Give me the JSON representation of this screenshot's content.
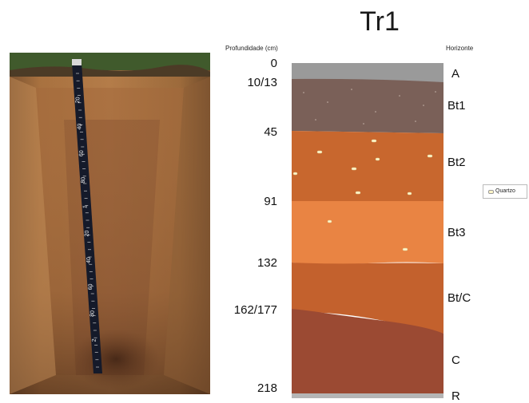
{
  "title": "Tr1",
  "axis": {
    "depth_label": "Profundidade (cm)",
    "horizon_label": "Horizonte"
  },
  "depth_ticks": [
    "0",
    "10/13",
    "45",
    "91",
    "132",
    "162/177",
    "218"
  ],
  "horizons": [
    {
      "name": "A",
      "color": "#9a9a9a"
    },
    {
      "name": "Bt1",
      "color": "#7a6058"
    },
    {
      "name": "Bt2",
      "color": "#c8672e"
    },
    {
      "name": "Bt3",
      "color": "#e98443"
    },
    {
      "name": "Bt/C",
      "color": "#c3612d"
    },
    {
      "name": "C",
      "color": "#9b4a33"
    },
    {
      "name": "R",
      "color": "#b5b5b5"
    }
  ],
  "legend": {
    "label": "Quartzo",
    "color": "#fff5c8"
  },
  "photo": {
    "ruler_ticks": [
      "20",
      "40",
      "60",
      "80",
      "1",
      "20",
      "40",
      "60",
      "80",
      "2"
    ]
  }
}
